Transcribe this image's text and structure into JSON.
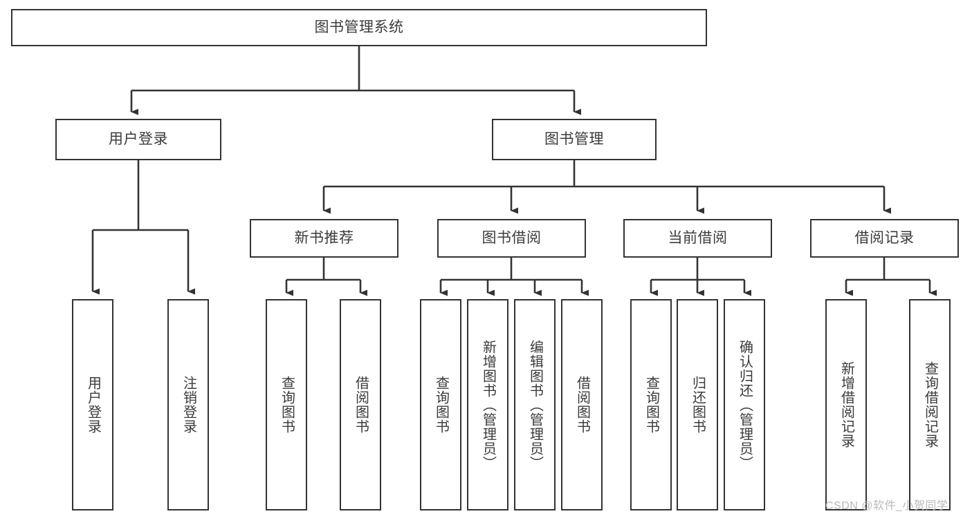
{
  "diagram": {
    "kind": "functional-structure-tree",
    "title": "图书管理系统",
    "stroke_color": "#333333",
    "text_color": "#3b3b3b",
    "background_color": "#ffffff",
    "root": {
      "id": "root",
      "label": "图书管理系统",
      "orientation": "horizontal"
    },
    "level2": [
      {
        "id": "user-login",
        "label": "用户登录",
        "orientation": "horizontal"
      },
      {
        "id": "book-manage",
        "label": "图书管理",
        "orientation": "horizontal"
      }
    ],
    "level3": [
      {
        "id": "new-book-recommend",
        "label": "新书推荐",
        "orientation": "horizontal",
        "parent": "book-manage"
      },
      {
        "id": "book-borrow",
        "label": "图书借阅",
        "orientation": "horizontal",
        "parent": "book-manage"
      },
      {
        "id": "current-borrow",
        "label": "当前借阅",
        "orientation": "horizontal",
        "parent": "book-manage"
      },
      {
        "id": "borrow-record",
        "label": "借阅记录",
        "orientation": "horizontal",
        "parent": "book-manage"
      }
    ],
    "leaves": [
      {
        "id": "leaf-user-login",
        "label": "用户登录",
        "orientation": "vertical",
        "parent": "user-login"
      },
      {
        "id": "leaf-user-logout",
        "label": "注销登录",
        "orientation": "vertical",
        "parent": "user-login"
      },
      {
        "id": "leaf-query-book-rec",
        "label": "查询图书",
        "orientation": "vertical",
        "parent": "new-book-recommend"
      },
      {
        "id": "leaf-borrow-book-rec",
        "label": "借阅图书",
        "orientation": "vertical",
        "parent": "new-book-recommend"
      },
      {
        "id": "leaf-query-book-brw",
        "label": "查询图书",
        "orientation": "vertical",
        "parent": "book-borrow"
      },
      {
        "id": "leaf-add-book",
        "label": "新增图书（管理员）",
        "orientation": "vertical",
        "parent": "book-borrow"
      },
      {
        "id": "leaf-edit-book",
        "label": "编辑图书（管理员）",
        "orientation": "vertical",
        "parent": "book-borrow"
      },
      {
        "id": "leaf-borrow-book-brw",
        "label": "借阅图书",
        "orientation": "vertical",
        "parent": "book-borrow"
      },
      {
        "id": "leaf-query-book-cur",
        "label": "查询图书",
        "orientation": "vertical",
        "parent": "current-borrow"
      },
      {
        "id": "leaf-return-book",
        "label": "归还图书",
        "orientation": "vertical",
        "parent": "current-borrow"
      },
      {
        "id": "leaf-confirm-return",
        "label": "确认归还（管理员）",
        "orientation": "vertical",
        "parent": "current-borrow"
      },
      {
        "id": "leaf-add-record",
        "label": "新增借阅记录",
        "orientation": "vertical",
        "parent": "borrow-record"
      },
      {
        "id": "leaf-query-record",
        "label": "查询借阅记录",
        "orientation": "vertical",
        "parent": "borrow-record"
      }
    ]
  },
  "watermark": {
    "text": "CSDN @软件_小贺同学"
  }
}
